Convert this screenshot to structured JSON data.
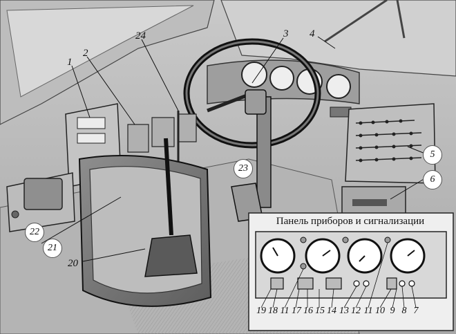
{
  "callouts": {
    "c1": "1",
    "c2": "2",
    "c3": "3",
    "c4": "4",
    "c5": "5",
    "c6": "6",
    "c20": "20",
    "c21": "21",
    "c22": "22",
    "c23": "23",
    "c24": "24"
  },
  "panel": {
    "title": "Панель приборов и сигнализации",
    "numbers": [
      "19",
      "18",
      "11",
      "17",
      "16",
      "15",
      "14",
      "13",
      "12",
      "11",
      "10",
      "9",
      "8",
      "7"
    ]
  }
}
